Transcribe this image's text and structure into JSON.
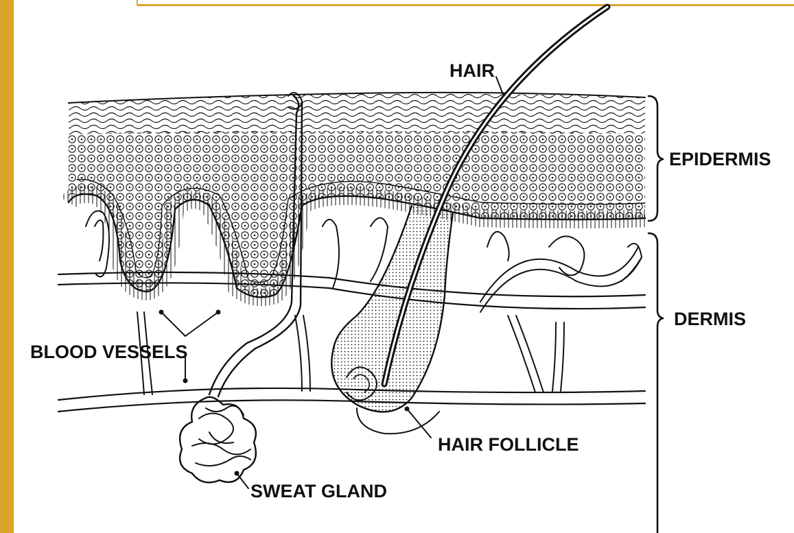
{
  "colors": {
    "frame_accent": "#d9a42a",
    "ink": "#111111",
    "background": "#ffffff"
  },
  "labels": {
    "hair": "HAIR",
    "epidermis": "EPIDERMIS",
    "dermis": "DERMIS",
    "blood_vessels": "BLOOD VESSELS",
    "hair_follicle": "HAIR FOLLICLE",
    "sweat_gland": "SWEAT GLAND"
  }
}
